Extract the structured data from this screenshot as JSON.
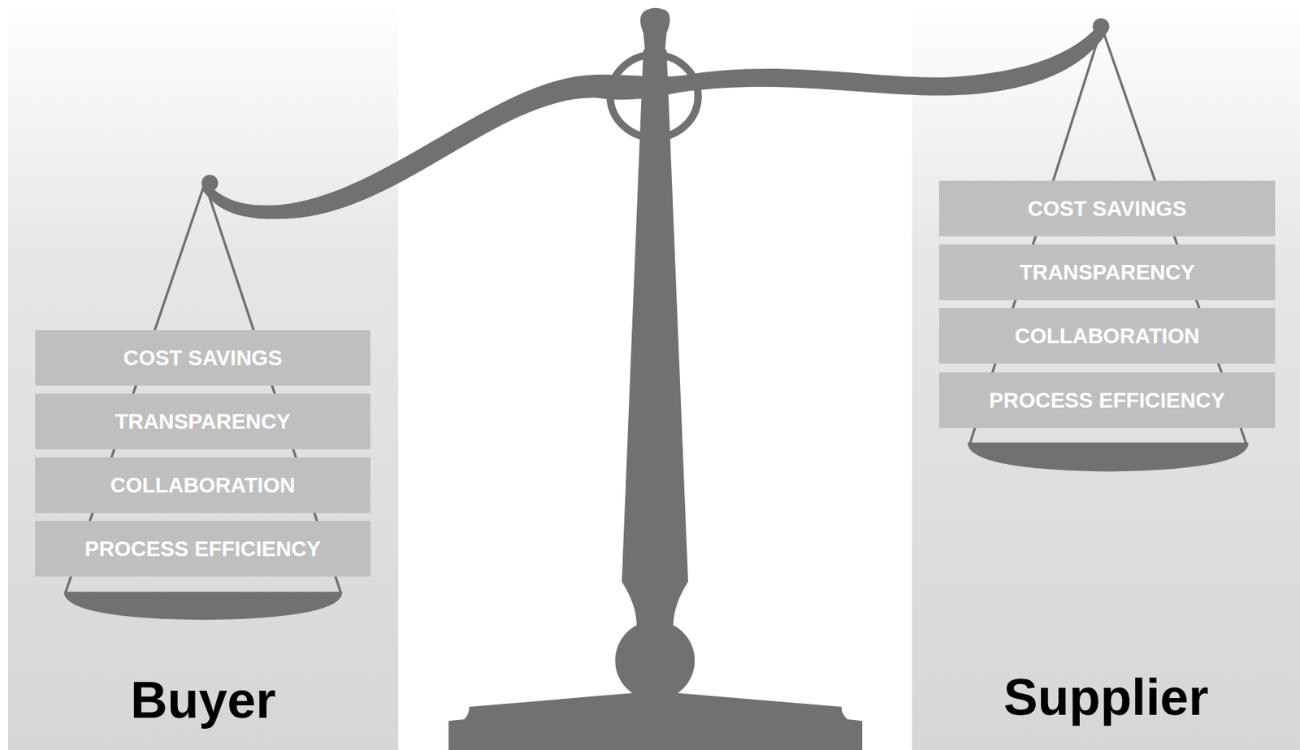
{
  "diagram": {
    "nodes": [
      {
        "text": [
          "Buyer"
        ]
      },
      {
        "text": [
          "COST SAVINGS"
        ],
        "in": 0
      },
      {
        "text": [
          "TRANSPARENCY"
        ],
        "in": 0
      },
      {
        "text": [
          "COLLABORATION"
        ],
        "in": 0
      },
      {
        "text": [
          "PROCESS EFFICIENCY"
        ],
        "in": 0
      },
      {
        "text": [
          "Supplier"
        ]
      },
      {
        "text": [
          "COST SAVINGS"
        ],
        "in": 5
      },
      {
        "text": [
          "TRANSPARENCY"
        ],
        "in": 5
      },
      {
        "text": [
          "COLLABORATION"
        ],
        "in": 5
      },
      {
        "text": [
          "PROCESS EFFICIENCY"
        ],
        "in": 5
      }
    ]
  }
}
